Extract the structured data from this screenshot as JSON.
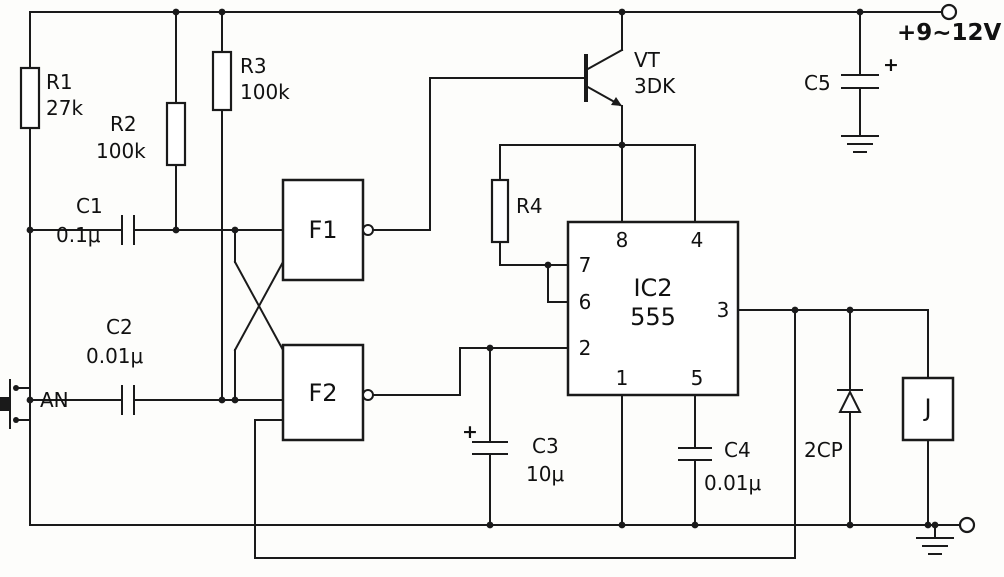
{
  "power": {
    "label": "+9~12V"
  },
  "components": {
    "r1": {
      "name": "R1",
      "value": "27k"
    },
    "r2": {
      "name": "R2",
      "value": "100k"
    },
    "r3": {
      "name": "R3",
      "value": "100k"
    },
    "r4": {
      "name": "R4"
    },
    "c1": {
      "name": "C1",
      "value": "0.1μ"
    },
    "c2": {
      "name": "C2",
      "value": "0.01μ"
    },
    "c3": {
      "name": "C3",
      "value": "10μ",
      "polarity": "+"
    },
    "c4": {
      "name": "C4",
      "value": "0.01μ"
    },
    "c5": {
      "name": "C5",
      "polarity": "+"
    },
    "button_an": {
      "name": "AN"
    },
    "gate_f1": {
      "name": "F1"
    },
    "gate_f2": {
      "name": "F2"
    },
    "transistor_vt": {
      "name": "VT",
      "value": "3DK"
    },
    "ic2": {
      "name": "IC2",
      "value": "555",
      "pins": {
        "p1": "1",
        "p2": "2",
        "p3": "3",
        "p4": "4",
        "p5": "5",
        "p6": "6",
        "p7": "7",
        "p8": "8"
      }
    },
    "diode_2cp": {
      "name": "2CP"
    },
    "relay_j": {
      "name": "J"
    }
  }
}
